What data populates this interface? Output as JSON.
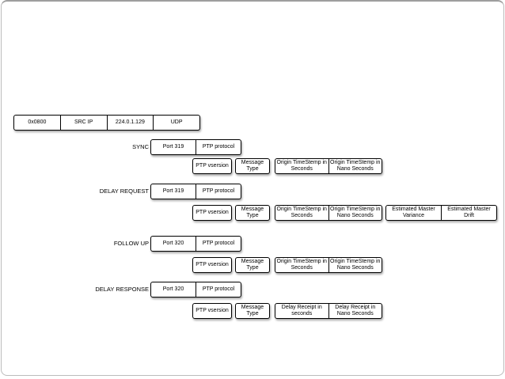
{
  "diagram": {
    "title_semantic": "PTP message packet structure over UDP",
    "colors": {
      "box_border": "#000000",
      "box_fill": "#ffffff",
      "slide_border": "#bcbcbc",
      "text": "#000000"
    },
    "header_row": {
      "cells": [
        "0x0800",
        "SRC IP",
        "224.0.1.129",
        "UDP"
      ]
    },
    "messages": [
      {
        "label": "SYNC",
        "port": "Port 319",
        "protocol": "PTP protocol",
        "fields": [
          "PTP vsersion",
          "Message Type",
          "Origin TimeStemp in Seconds",
          "Origin TimeStemp in Nano Seconds"
        ]
      },
      {
        "label": "DELAY REQUEST",
        "port": "Port 319",
        "protocol": "PTP protocol",
        "fields": [
          "PTP vsersion",
          "Message Type",
          "Origin TimeStemp in Seconds",
          "Origin TimeStemp in Nano Seconds",
          "Estimated Master Variance",
          "Estimated Master Drift"
        ]
      },
      {
        "label": "FOLLOW UP",
        "port": "Port 320",
        "protocol": "PTP protocol",
        "fields": [
          "PTP vsersion",
          "Message Type",
          "Origin TimeStemp in Seconds",
          "Origin TimeStemp in Nano Seconds"
        ]
      },
      {
        "label": "DELAY RESPONSE",
        "port": "Port 320",
        "protocol": "PTP protocol",
        "fields": [
          "PTP vsersion",
          "Message Type",
          "Delay Receipt in seconds",
          "Delay Receipt in Nano Seconds"
        ]
      }
    ]
  }
}
